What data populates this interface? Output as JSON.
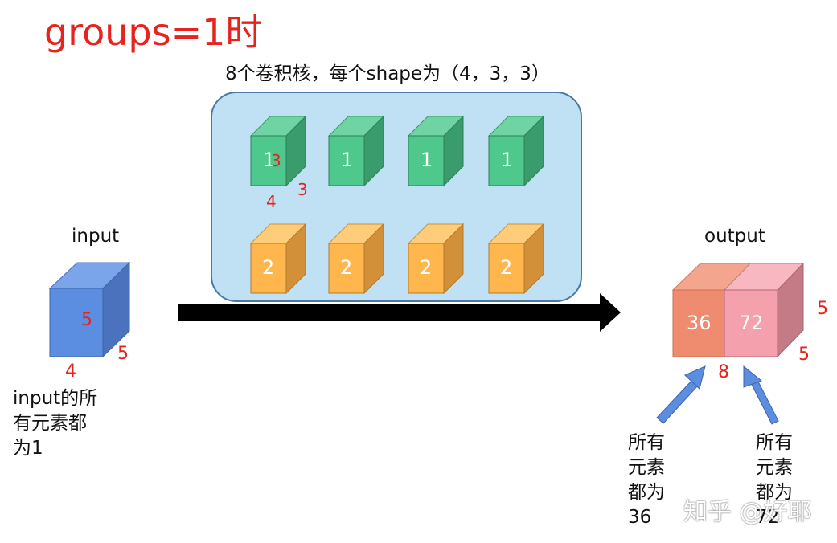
{
  "title": "groups=1时",
  "kernel_caption": "8个卷积核，每个shape为（4，3，3）",
  "input": {
    "label": "input",
    "dims": {
      "height": "5",
      "depth": "5",
      "width": "4"
    },
    "note_lines": [
      "input的所",
      "有元素都",
      "为1"
    ],
    "colors": {
      "front": "#5b8ee0",
      "top": "#7aa5ea",
      "side": "#4a72bd"
    }
  },
  "kernels": {
    "row1": {
      "value": "1",
      "colors": {
        "front": "#4fc88d",
        "top": "#70d3a4",
        "side": "#3a9c6c"
      }
    },
    "row2": {
      "value": "2",
      "colors": {
        "front": "#ffb74d",
        "top": "#ffcd79",
        "side": "#d29038"
      }
    },
    "count_per_row": 4,
    "first_kernel_dims": {
      "height": "3",
      "depth": "3",
      "width": "4"
    }
  },
  "output": {
    "label": "output",
    "dims": {
      "height": "5",
      "depth": "5",
      "width": "8"
    },
    "left_value": "36",
    "right_value": "72",
    "colors": {
      "left_front": "#ef8b6e",
      "left_top": "#f3a68d",
      "right_front": "#f4a0ad",
      "right_top": "#f7b8c1",
      "right_side": "#c57b86"
    }
  },
  "notes": {
    "left_lines": [
      "所有",
      "元素",
      "都为",
      "36"
    ],
    "right_lines": [
      "所有",
      "元素",
      "都为",
      "72"
    ]
  },
  "watermark": "知乎 @好耶"
}
